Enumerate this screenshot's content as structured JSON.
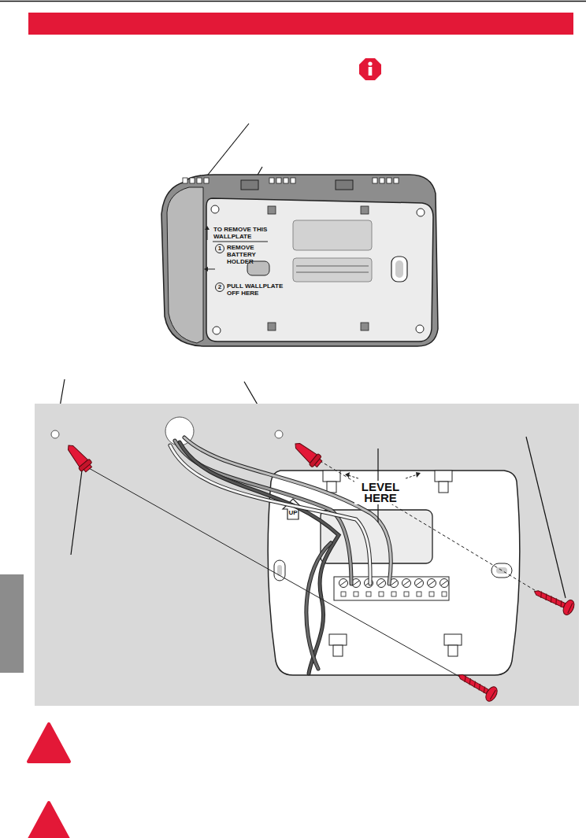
{
  "diagram": {
    "labels": [
      "TO REMOVE THIS WALLPLATE",
      "1",
      "REMOVE BATTERY HOLDER",
      "2",
      "PULL WALLPLATE OFF HERE",
      "LEVEL HERE",
      "UP"
    ]
  }
}
